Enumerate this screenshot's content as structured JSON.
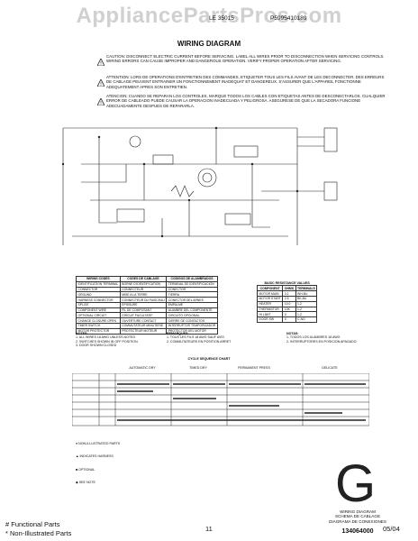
{
  "watermark": "AppliancePartsPros.com",
  "header": {
    "model_left": "LE 35015",
    "model_right": "P5995410189"
  },
  "title": "WIRING DIAGRAM",
  "warnings": [
    "CAUTION: DISCONNECT ELECTRIC CURRENT BEFORE SERVICING. LABEL ALL WIRES PRIOR TO DISCONNECTION WHEN SERVICING CONTROLS. WIRING ERRORS CAN CAUSE IMPROPER AND DANGEROUS OPERATION. VERIFY PROPER OPERATION AFTER SERVICING.",
    "ATTENTION: LORS DE OPERATIONS D'ENTRETIEN DES COMMANDES, ETIQUETER TOUS LES FILS AVANT DE LES DECONNECTER. DES ERREURS DE CABLAGE PEUVENT ENTRAINER UN FONCTIONNEMENT INADEQUAT ET DANGEREUX. S'ASSURER QUE L'APPAREIL FONCTIONNE ADEQUATEMENT APRES SON ENTRETIEN.",
    "ATENCION: CUANDO SE REPARAN LOS CONTROLES, MARQUE TODOS LOS CABLES CON ETIQUETAS ANTES DE DESCONECTARLOS. CUALQUIER ERROR DE CABLEADO PUEDE CAUSAR LA OPERACION INADECUADA Y PELIGROSA. ASEGURESE DE QUE LA SECADORA FUNCIONE ADECUADAMENTE DESPUES DE REPARARLA."
  ],
  "legend": {
    "headers": [
      "WIRING CODES",
      "CODES DE CABLAGE",
      "CODIGOS DE ALAMBRADOS"
    ],
    "rows": [
      [
        "IDENTIFICATION TERMINAL",
        "BORNE D'IDENTIFICATION",
        "TERMINAL DE IDENTIFICACION"
      ],
      [
        "CONNECTOR",
        "CONNECTEUR",
        "CONECTOR"
      ],
      [
        "GROUND",
        "MISE A LA TERRE",
        "TIERRA"
      ],
      [
        "HARNESS CONNECTOR",
        "CONNECTEUR DU FAISCEAU",
        "CONECTOR DEL ARNES"
      ],
      [
        "SPLICE",
        "EPISSURE",
        "EMPALME"
      ],
      [
        "COMPONENT WIRE",
        "FIL DE COMPOSANT",
        "ALAMBRE DEL COMPONENTE"
      ],
      [
        "OPTIONAL CIRCUIT",
        "CIRCUIT FACULTATIF",
        "CIRCUITO OPCIONAL"
      ],
      [
        "CHANGE CLOSURE OPEN",
        "OUVERTURE CONTACT",
        "CIERRE DE CONTACTOS"
      ],
      [
        "TIMER SWITCH",
        "COMMUTATEUR MINUTERIE",
        "INTERRUPTOR TEMPORIZADOR"
      ],
      [
        "MOTOR PROTECTOR",
        "PROTECTEUR MOTEUR",
        "PROTECTOR DEL MOTOR"
      ]
    ]
  },
  "resistance_table": {
    "title": "BASIC RESISTANCE VALUES",
    "headers": [
      "COMPONENT",
      "OHMS",
      "TERMINALS"
    ],
    "rows": [
      [
        "MOTOR MAIN",
        "3.1",
        "WH-BU"
      ],
      [
        "MOTOR START",
        "2.5",
        "BK-BU"
      ],
      [
        "HEATER",
        "10.0",
        "1-2"
      ],
      [
        "THERMISTOR",
        "10K",
        "1-2"
      ],
      [
        "HI LIMIT",
        "0",
        "1-2"
      ],
      [
        "DOOR SW",
        "0",
        "C-NO"
      ]
    ]
  },
  "notes_left": [
    "NOTES:",
    "1. ALL WIRES 18 AWG UNLESS NOTED",
    "2. SWITCHES SHOWN IN OFF POSITION",
    "3. DOOR SHOWN CLOSED"
  ],
  "notes_mid": [
    "REMARQUES:",
    "1. TOUS LES FILS 18 AWG SAUF AVIS",
    "2. COMMUTATEURS EN POSITION ARRET"
  ],
  "notes_right": [
    "NOTAS:",
    "1. TODOS LOS ALAMBRES 18 AWG",
    "2. INTERRUPTORES EN POSICION APAGADO"
  ],
  "cycle_title": "CYCLE SEQUENCE CHART",
  "cycle_cols": [
    "AUTOMATIC DRY",
    "TIMED DRY",
    "PERMANENT PRESS",
    "DELICATE"
  ],
  "bottom_notes": [
    "● NON-ILLUSTRATED PARTS",
    "▲ INDICATES HARNESS",
    "■ OPTIONAL",
    "◆ SEE NOTE"
  ],
  "g_letter": "G",
  "g_title_lines": [
    "WIRING DIAGRAM",
    "SCHEMA DE CABLAGE",
    "DIAGRAMA DE CONEXIONES"
  ],
  "g_code": "134064000",
  "footer": {
    "functional": "# Functional Parts",
    "non_illustrated": "* Non-Illustrated Parts",
    "page": "11",
    "date": "05/04"
  }
}
